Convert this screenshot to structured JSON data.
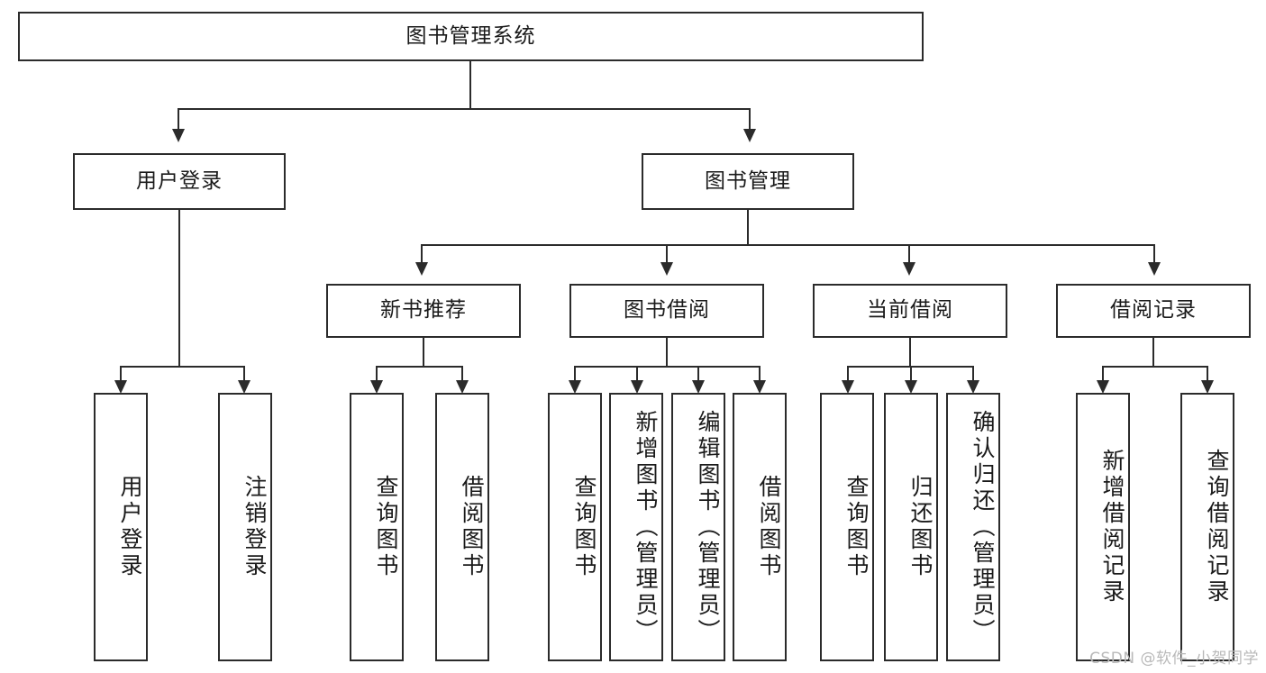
{
  "diagram": {
    "type": "tree-hierarchy-diagram",
    "title": "图书管理系统",
    "accent_color": "#2b2b2b",
    "background_color": "#ffffff",
    "nodes": {
      "root": {
        "label": "图书管理系统",
        "level": 1
      },
      "user_login": {
        "label": "用户登录",
        "level": 2
      },
      "book_manage": {
        "label": "图书管理",
        "level": 2
      },
      "new_book_rec": {
        "label": "新书推荐",
        "level": 3
      },
      "book_borrow": {
        "label": "图书借阅",
        "level": 3
      },
      "current_borrow": {
        "label": "当前借阅",
        "level": 3
      },
      "borrow_record": {
        "label": "借阅记录",
        "level": 3
      },
      "leaf_1": {
        "label": "用户登录",
        "level": 4,
        "parent": "用户登录"
      },
      "leaf_2": {
        "label": "注销登录",
        "level": 4,
        "parent": "用户登录"
      },
      "leaf_3": {
        "label": "查询图书",
        "level": 4,
        "parent": "新书推荐"
      },
      "leaf_4": {
        "label": "借阅图书",
        "level": 4,
        "parent": "新书推荐"
      },
      "leaf_5": {
        "label": "查询图书",
        "level": 4,
        "parent": "图书借阅"
      },
      "leaf_6": {
        "label": "新增图书（管理员）",
        "level": 4,
        "parent": "图书借阅"
      },
      "leaf_7": {
        "label": "编辑图书（管理员）",
        "level": 4,
        "parent": "图书借阅"
      },
      "leaf_8": {
        "label": "借阅图书",
        "level": 4,
        "parent": "图书借阅"
      },
      "leaf_9": {
        "label": "查询图书",
        "level": 4,
        "parent": "当前借阅"
      },
      "leaf_10": {
        "label": "归还图书",
        "level": 4,
        "parent": "当前借阅"
      },
      "leaf_11": {
        "label": "确认归还（管理员）",
        "level": 4,
        "parent": "当前借阅"
      },
      "leaf_12": {
        "label": "新增借阅记录",
        "level": 4,
        "parent": "借阅记录"
      },
      "leaf_13": {
        "label": "查询借阅记录",
        "level": 4,
        "parent": "借阅记录"
      }
    }
  },
  "watermark": {
    "text": "CSDN @软件_小贺同学"
  }
}
